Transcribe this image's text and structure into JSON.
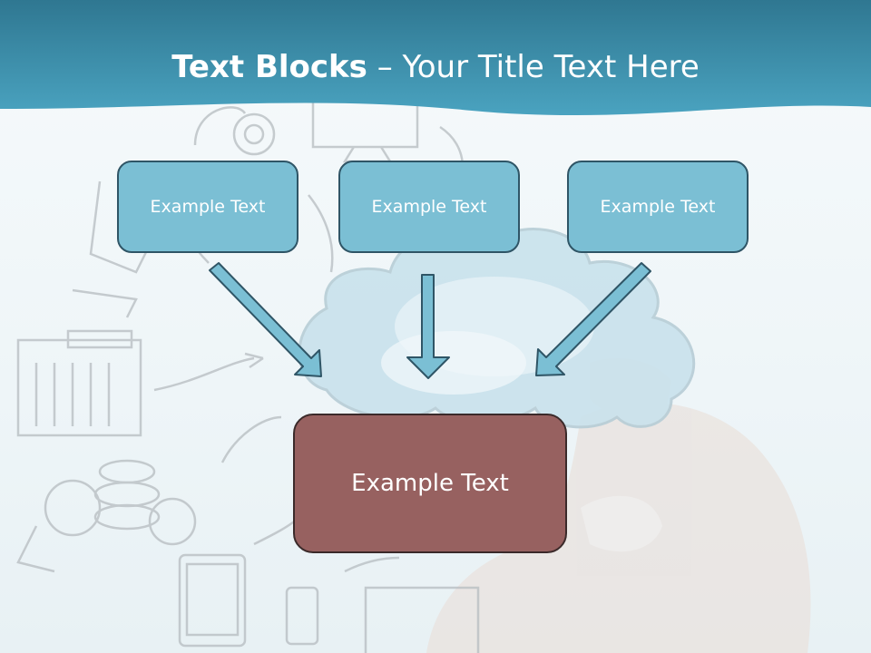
{
  "slide": {
    "title_bold": "Text Blocks",
    "title_rest": " – Your Title Text Here"
  },
  "blocks": [
    {
      "label": "Example Text"
    },
    {
      "label": "Example Text"
    },
    {
      "label": "Example Text"
    }
  ],
  "main_block": {
    "label": "Example Text"
  },
  "colors": {
    "header": "#3a93b2",
    "block_fill": "#7bbfd4",
    "block_border": "#2f5566",
    "main_fill": "#976160",
    "arrow_fill": "#7bbfd4"
  }
}
